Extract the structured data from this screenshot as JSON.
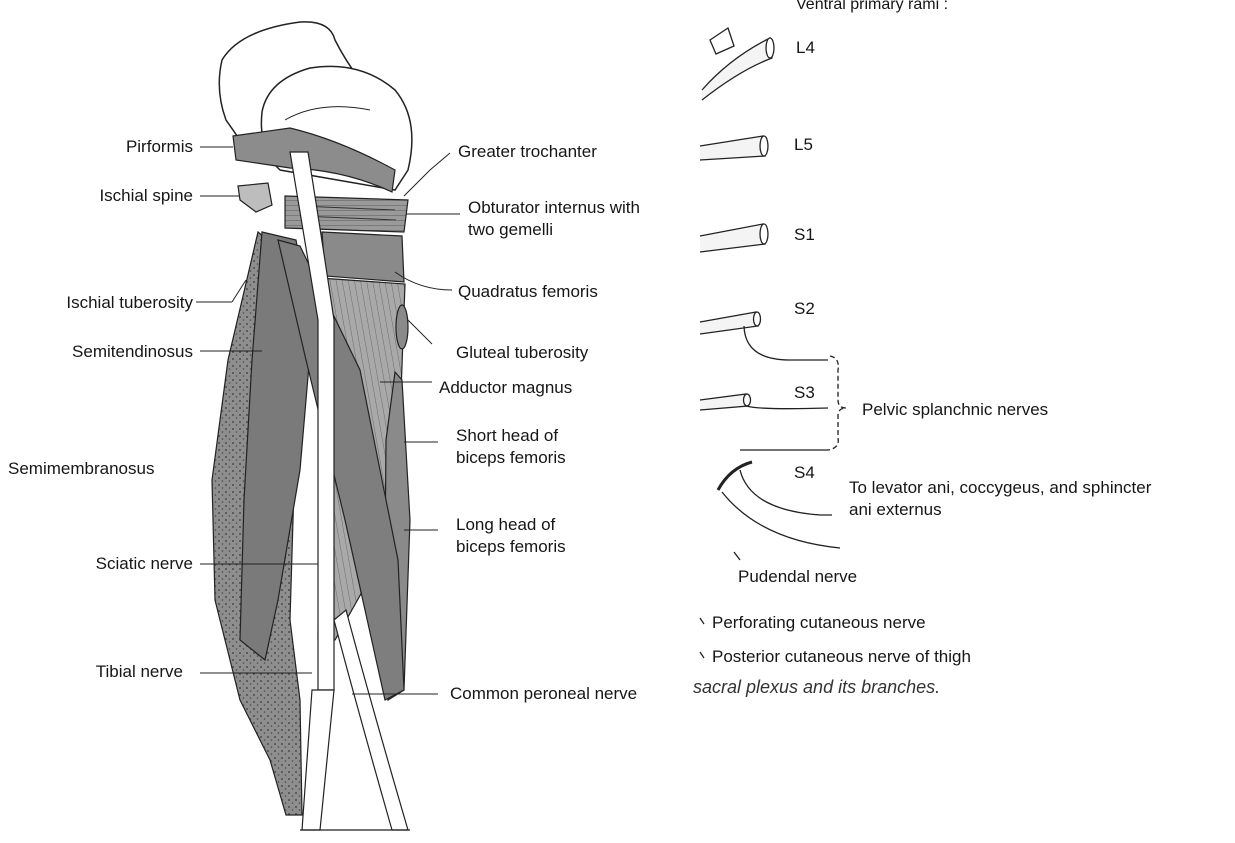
{
  "left_labels": {
    "piriformis": "Pirformis",
    "ischial_spine": "Ischial spine",
    "ischial_tuberosity": "Ischial tuberosity",
    "semitendinosus": "Semitendinosus",
    "semimembranosus": "Semimembranosus",
    "sciatic_nerve": "Sciatic nerve",
    "tibial_nerve": "Tibial nerve"
  },
  "right_labels": {
    "greater_trochanter": "Greater trochanter",
    "obturator_line1": "Obturator internus with",
    "obturator_line2": "two gemelli",
    "quadratus_femoris": "Quadratus femoris",
    "gluteal_tuberosity": "Gluteal tuberosity",
    "adductor_magnus": "Adductor magnus",
    "short_head_line1": "Short head of",
    "short_head_line2": "biceps femoris",
    "long_head_line1": "Long head of",
    "long_head_line2": "biceps femoris",
    "common_peroneal": "Common peroneal nerve"
  },
  "plexus": {
    "heading": "Ventral primary rami :",
    "rami": [
      "L4",
      "L5",
      "S1",
      "S2",
      "S3",
      "S4"
    ],
    "pelvic_splanchnic": "Pelvic splanchnic nerves",
    "levator_line1": "To levator ani, coccygeus, and sphincter",
    "levator_line2": "ani externus",
    "pudendal": "Pudendal nerve",
    "perforating": "Perforating cutaneous nerve",
    "posterior_cutaneous": "Posterior cutaneous nerve of thigh",
    "caption": "sacral  plexus and its branches."
  }
}
